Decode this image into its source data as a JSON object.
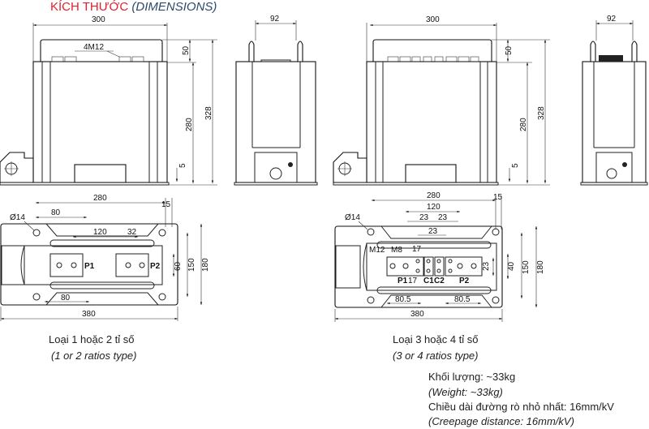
{
  "title": {
    "vi": "KÍCH THƯỚC",
    "en": "(DIMENSIONS)"
  },
  "front_view_1": {
    "width": "300",
    "top": "50",
    "body": "280",
    "total": "328",
    "base": "5",
    "terminal": "4M12"
  },
  "side_view_1": {
    "width": "92"
  },
  "front_view_2": {
    "width": "300",
    "top": "50",
    "body": "280",
    "total": "328",
    "base": "5"
  },
  "side_view_2": {
    "width": "92"
  },
  "plan_view_1": {
    "d280": "280",
    "d15": "15",
    "d80_top": "80",
    "d120": "120",
    "d32": "32",
    "hole": "Ø14",
    "p1": "P1",
    "p2": "P2",
    "d60": "60",
    "d150": "150",
    "d180": "180",
    "d80_bottom": "80",
    "d380": "380"
  },
  "plan_view_2": {
    "d280": "280",
    "d15": "15",
    "d120": "120",
    "d23a": "23",
    "d23b": "23",
    "d23c": "23",
    "hole": "Ø14",
    "m12": "M12",
    "m8": "M8",
    "d17a": "17",
    "d17b": "17",
    "p1": "P1",
    "c1": "C1",
    "c2": "C2",
    "p2": "P2",
    "d23v": "23",
    "d40": "40",
    "d150": "150",
    "d180": "180",
    "d80_5a": "80.5",
    "d80_5b": "80.5",
    "d380": "380"
  },
  "captions": {
    "type12_vi": "Loại 1 hoặc 2 tỉ số",
    "type12_en": "(1 or 2 ratios type)",
    "type34_vi": "Loại 3 hoặc 4 tỉ số",
    "type34_en": "(3 or 4 ratios type)",
    "weight_vi": "Khối lượng: ~33kg",
    "weight_en": "(Weight: ~33kg)",
    "creep_vi": "Chiều dài đường rò nhỏ nhất: 16mm/kV",
    "creep_en": "(Creepage distance: 16mm/kV)"
  }
}
